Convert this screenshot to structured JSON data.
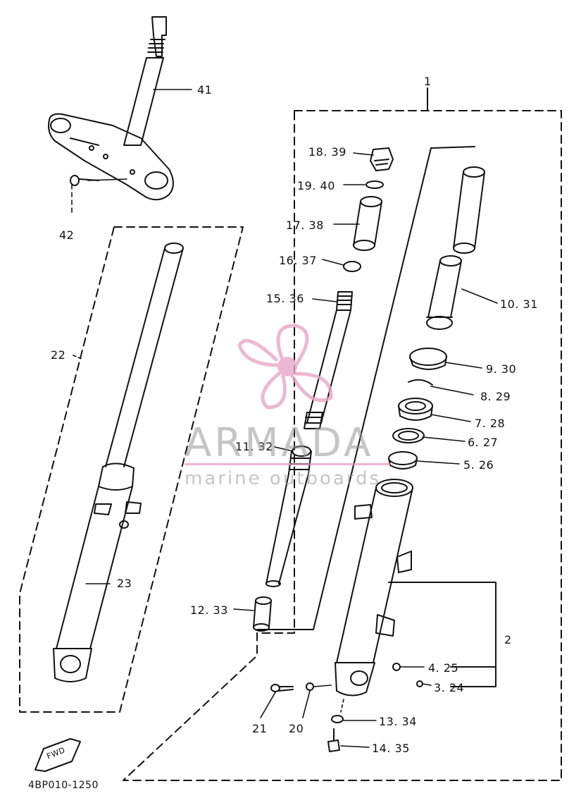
{
  "diagram": {
    "drawing_code": "4BP010-1250",
    "fwd_label": "FWD",
    "callouts": {
      "c1": "1",
      "c2": "2",
      "c3": "3. 24",
      "c4": "4. 25",
      "c5": "5. 26",
      "c6": "6. 27",
      "c7": "7. 28",
      "c8": "8. 29",
      "c9": "9. 30",
      "c10": "10. 31",
      "c11": "11. 32",
      "c12": "12. 33",
      "c13": "13. 34",
      "c14": "14. 35",
      "c15": "15. 36",
      "c16": "16. 37",
      "c17": "17. 38",
      "c18": "18. 39",
      "c19": "19. 40",
      "c20": "20",
      "c21": "21",
      "c22": "22",
      "c23": "23",
      "c41": "41",
      "c42": "42"
    }
  },
  "watermark": {
    "brand": "ARMADA",
    "tagline": "marine outboards",
    "logo_icon": "propeller-icon",
    "color": "#e8a6c8"
  }
}
